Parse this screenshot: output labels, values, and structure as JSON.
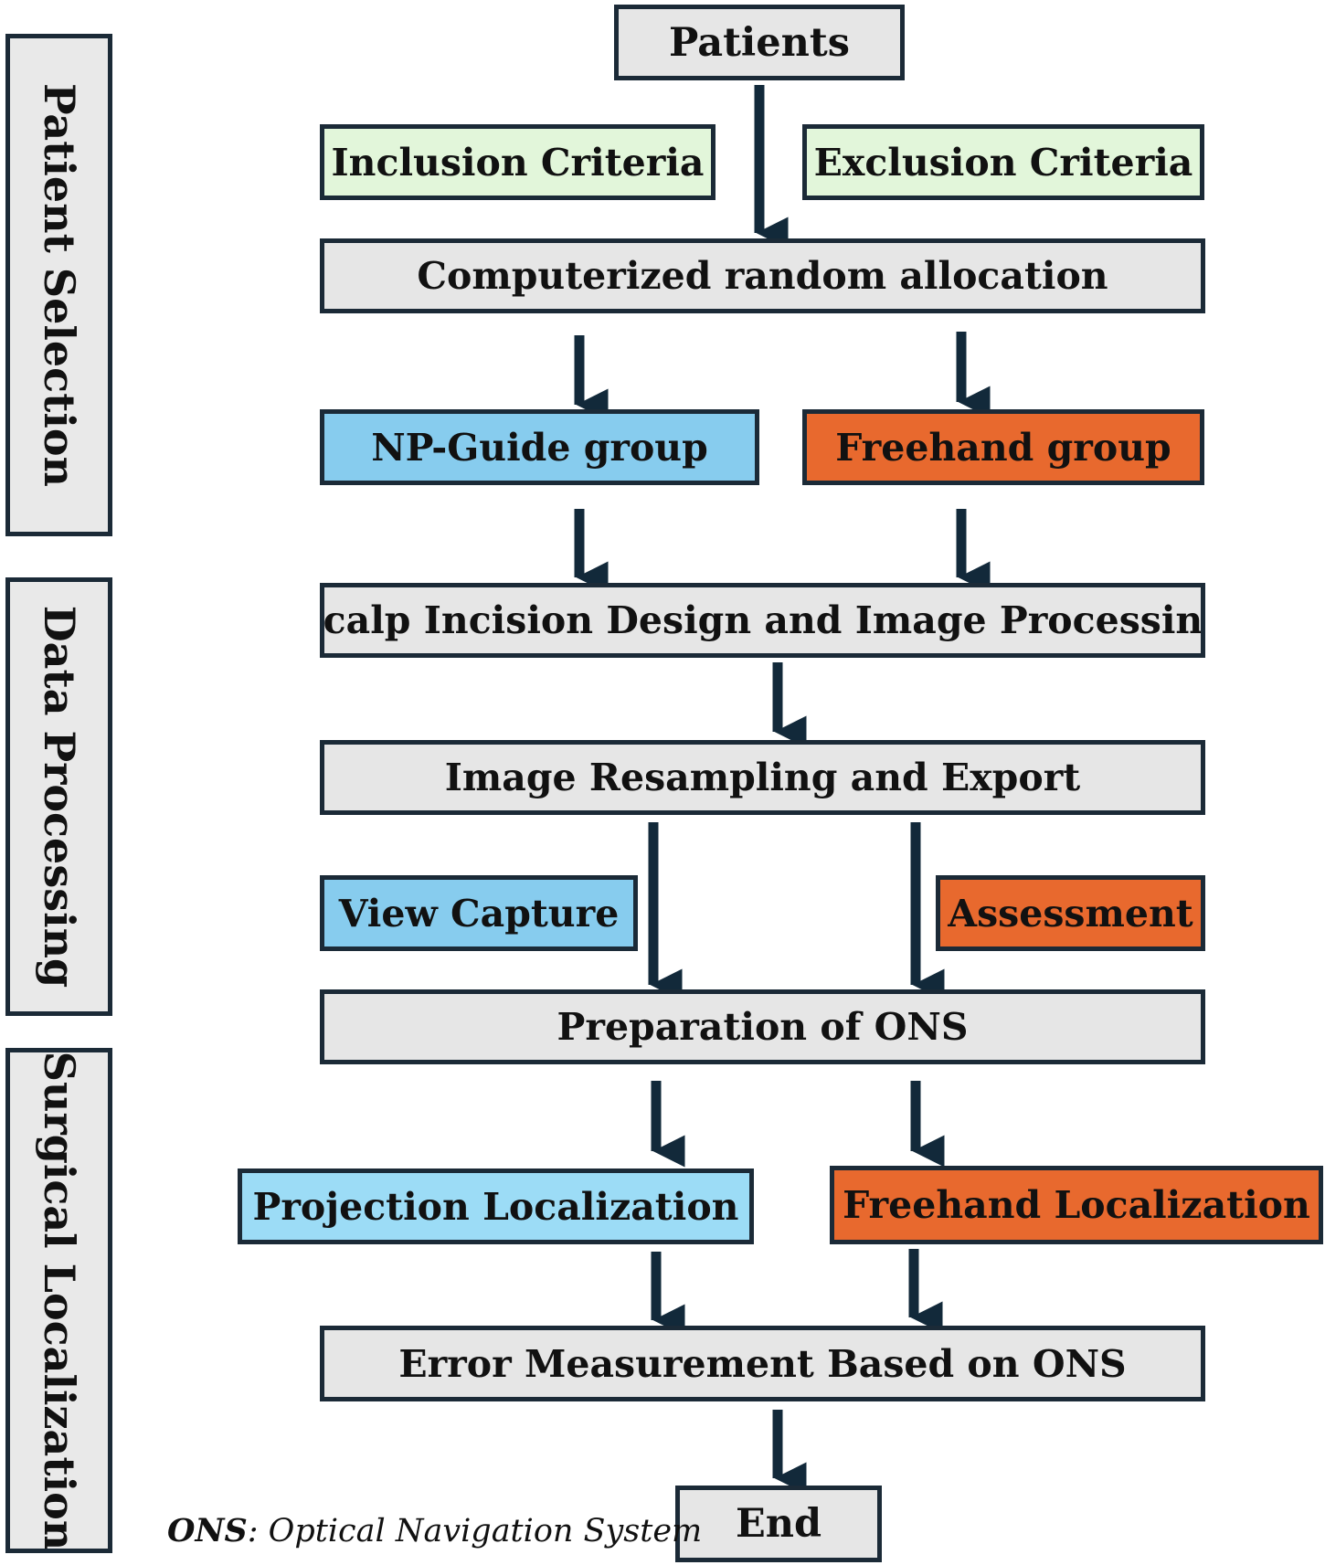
{
  "phases": {
    "patient_selection": "Patient Selection",
    "data_processing": "Data Processing",
    "surgical_localization": "Surgical Localization"
  },
  "nodes": {
    "patients": "Patients",
    "inclusion": "Inclusion Criteria",
    "exclusion": "Exclusion Criteria",
    "random_allocation": "Computerized random allocation",
    "np_guide": "NP-Guide group",
    "freehand_group": "Freehand group",
    "scalp_incision": "Scalp Incision Design and Image Processing",
    "image_resampling": "Image Resampling and Export",
    "view_capture": "View Capture",
    "assessment": "Assessment",
    "preparation_ons": "Preparation of ONS",
    "projection_localization": "Projection Localization",
    "freehand_localization": "Freehand Localization",
    "error_measurement": "Error Measurement Based on ONS",
    "end": "End"
  },
  "footnote": {
    "abbr": "ONS",
    "definition": ": Optical Navigation System"
  },
  "colors": {
    "border": "#1b2a37",
    "arrow": "#12293a",
    "gray_fill": "#e6e6e6",
    "green_fill": "#e2f6da",
    "blue_fill": "#87ccee",
    "light_blue_fill": "#9cdcf6",
    "orange_fill": "#e8692e"
  }
}
